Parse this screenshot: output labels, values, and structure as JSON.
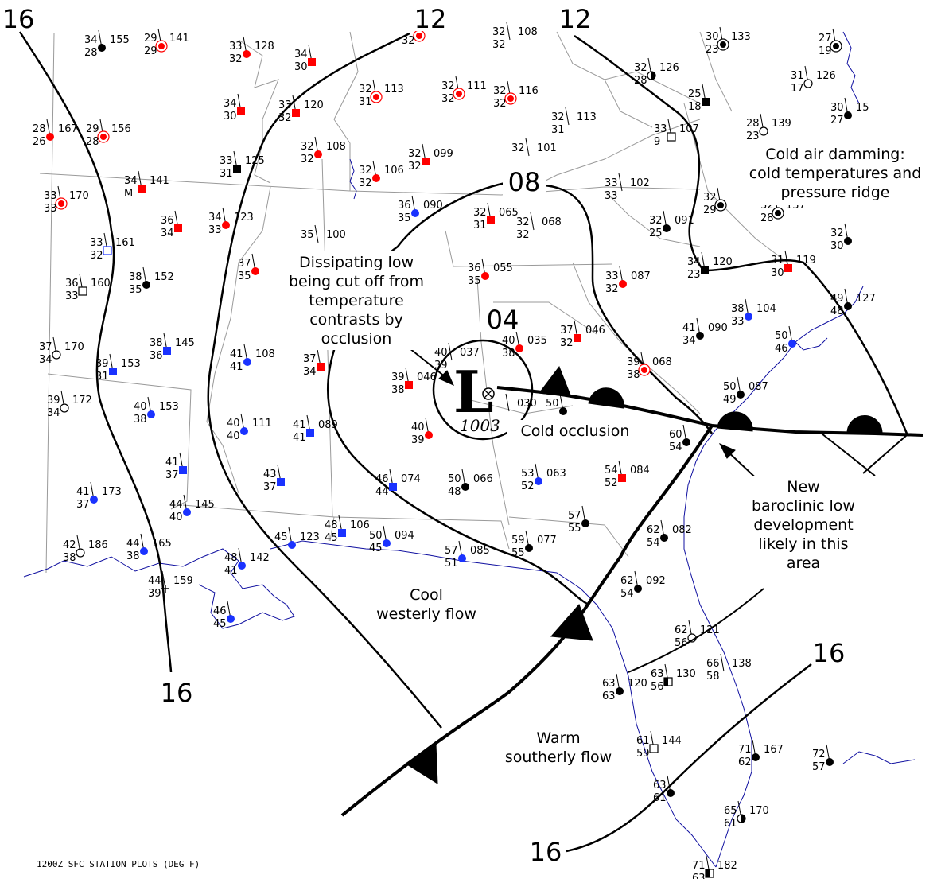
{
  "colors": {
    "red": "#ff0000",
    "blue": "#1a32ff",
    "black": "#000000",
    "coast": "#1010a0",
    "border": "#9a9a9a"
  },
  "isobars": {
    "i16_nw": "16",
    "i12_n": "12",
    "i12_ne": "12",
    "i08": "08",
    "i04": "04",
    "i16_sw": "16",
    "i16_se_top": "16",
    "i16_se_bottom": "16"
  },
  "low": {
    "symbol": "L",
    "pressure": "1003"
  },
  "annotations": {
    "cad": [
      "Cold air damming:",
      "cold temperatures and",
      "pressure ridge"
    ],
    "dissipating": [
      "Dissipating low",
      "being cut off from",
      "temperature",
      "contrasts by",
      "occlusion"
    ],
    "cold_occlusion": "Cold occlusion",
    "new_low": [
      "New",
      "baroclinic low",
      "development",
      "likely in this",
      "area"
    ],
    "cool": [
      "Cool",
      "westerly flow"
    ],
    "warm": [
      "Warm",
      "southerly flow"
    ]
  },
  "footer": "1200Z SFC STATION PLOTS (DEG F)",
  "stations": [
    {
      "t": "34",
      "d": "28",
      "p": "155",
      "c": "black",
      "s": "dot"
    },
    {
      "t": "29",
      "d": "29",
      "p": "141",
      "c": "red",
      "s": "ring"
    },
    {
      "t": "33",
      "d": "32",
      "p": "128",
      "c": "red",
      "s": "dot"
    },
    {
      "t": "34",
      "d": "30",
      "p": "",
      "c": "red",
      "s": "sq"
    },
    {
      "t": "",
      "d": "32",
      "p": "",
      "c": "red",
      "s": "ring"
    },
    {
      "t": "32",
      "d": "32",
      "p": "108",
      "c": "",
      "s": ""
    },
    {
      "t": "34",
      "d": "30",
      "p": "",
      "c": "red",
      "s": "sq"
    },
    {
      "t": "33",
      "d": "32",
      "p": "120",
      "c": "red",
      "s": "sq"
    },
    {
      "t": "32",
      "d": "31",
      "p": "113",
      "c": "red",
      "s": "ring"
    },
    {
      "t": "32",
      "d": "32",
      "p": "111",
      "c": "red",
      "s": "ring"
    },
    {
      "t": "32",
      "d": "32",
      "p": "116",
      "c": "red",
      "s": "ring"
    },
    {
      "t": "32",
      "d": "31",
      "p": "113",
      "c": "",
      "s": ""
    },
    {
      "t": "32",
      "d": "28",
      "p": "126",
      "c": "black",
      "s": "half"
    },
    {
      "t": "30",
      "d": "23",
      "p": "133",
      "c": "black",
      "s": "ring"
    },
    {
      "t": "27",
      "d": "19",
      "p": "",
      "c": "black",
      "s": "ring"
    },
    {
      "t": "31",
      "d": "17",
      "p": "126",
      "c": "black",
      "s": "open"
    },
    {
      "t": "28",
      "d": "26",
      "p": "167",
      "c": "red",
      "s": "dot"
    },
    {
      "t": "29",
      "d": "28",
      "p": "156",
      "c": "red",
      "s": "ring"
    },
    {
      "t": "32",
      "d": "32",
      "p": "108",
      "c": "red",
      "s": "dot"
    },
    {
      "t": "32",
      "d": "32",
      "p": "106",
      "c": "red",
      "s": "dot"
    },
    {
      "t": "32",
      "d": "32",
      "p": "099",
      "c": "red",
      "s": "sq"
    },
    {
      "t": "32",
      "d": "",
      "p": "101",
      "c": "",
      "s": ""
    },
    {
      "t": "25",
      "d": "18",
      "p": "",
      "c": "black",
      "s": "sq"
    },
    {
      "t": "33",
      "d": "9",
      "p": "107",
      "c": "black",
      "s": "osq"
    },
    {
      "t": "28",
      "d": "23",
      "p": "139",
      "c": "black",
      "s": "open"
    },
    {
      "t": "30",
      "d": "27",
      "p": "15",
      "c": "black",
      "s": "dot"
    },
    {
      "t": "33",
      "d": "31",
      "p": "125",
      "c": "black",
      "s": "sq"
    },
    {
      "t": "34",
      "d": "M",
      "p": "141",
      "c": "red",
      "s": "sq"
    },
    {
      "t": "33",
      "d": "33",
      "p": "170",
      "c": "red",
      "s": "ring"
    },
    {
      "t": "36",
      "d": "35",
      "p": "090",
      "c": "blue",
      "s": "dot"
    },
    {
      "t": "32",
      "d": "31",
      "p": "065",
      "c": "red",
      "s": "sq"
    },
    {
      "t": "32",
      "d": "32",
      "p": "068",
      "c": "",
      "s": ""
    },
    {
      "t": "33",
      "d": "33",
      "p": "102",
      "c": "",
      "s": ""
    },
    {
      "t": "32",
      "d": "29",
      "p": "",
      "c": "black",
      "s": "ring"
    },
    {
      "t": "32",
      "d": "28",
      "p": "137",
      "c": "black",
      "s": "ring"
    },
    {
      "t": "36",
      "d": "34",
      "p": "",
      "c": "red",
      "s": "sq"
    },
    {
      "t": "34",
      "d": "33",
      "p": "123",
      "c": "red",
      "s": "dot"
    },
    {
      "t": "35",
      "d": "",
      "p": "100",
      "c": "",
      "s": ""
    },
    {
      "t": "32",
      "d": "25",
      "p": "091",
      "c": "black",
      "s": "dot"
    },
    {
      "t": "32",
      "d": "30",
      "p": "",
      "c": "black",
      "s": "dot"
    },
    {
      "t": "33",
      "d": "32",
      "p": "161",
      "c": "blue",
      "s": "osq"
    },
    {
      "t": "36",
      "d": "33",
      "p": "160",
      "c": "black",
      "s": "osq"
    },
    {
      "t": "38",
      "d": "35",
      "p": "152",
      "c": "black",
      "s": "dot"
    },
    {
      "t": "37",
      "d": "35",
      "p": "",
      "c": "red",
      "s": "dot"
    },
    {
      "t": "36",
      "d": "35",
      "p": "055",
      "c": "red",
      "s": "dot"
    },
    {
      "t": "34",
      "d": "23",
      "p": "120",
      "c": "black",
      "s": "sq"
    },
    {
      "t": "31",
      "d": "30",
      "p": "119",
      "c": "red",
      "s": "sq"
    },
    {
      "t": "33",
      "d": "32",
      "p": "087",
      "c": "red",
      "s": "dot"
    },
    {
      "t": "49",
      "d": "48",
      "p": "127",
      "c": "black",
      "s": "dot"
    },
    {
      "t": "37",
      "d": "34",
      "p": "170",
      "c": "black",
      "s": "open"
    },
    {
      "t": "39",
      "d": "31",
      "p": "153",
      "c": "blue",
      "s": "sq"
    },
    {
      "t": "38",
      "d": "36",
      "p": "145",
      "c": "blue",
      "s": "sq"
    },
    {
      "t": "41",
      "d": "41",
      "p": "108",
      "c": "blue",
      "s": "dot"
    },
    {
      "t": "37",
      "d": "34",
      "p": "",
      "c": "red",
      "s": "sq"
    },
    {
      "t": "40",
      "d": "39",
      "p": "037",
      "c": "",
      "s": ""
    },
    {
      "t": "40",
      "d": "38",
      "p": "035",
      "c": "red",
      "s": "dot"
    },
    {
      "t": "37",
      "d": "32",
      "p": "046",
      "c": "red",
      "s": "sq"
    },
    {
      "t": "38",
      "d": "33",
      "p": "104",
      "c": "blue",
      "s": "dot"
    },
    {
      "t": "41",
      "d": "34",
      "p": "090",
      "c": "black",
      "s": "dot"
    },
    {
      "t": "50",
      "d": "46",
      "p": "",
      "c": "blue",
      "s": "dot"
    },
    {
      "t": "39",
      "d": "38",
      "p": "068",
      "c": "red",
      "s": "ring"
    },
    {
      "t": "39",
      "d": "34",
      "p": "172",
      "c": "black",
      "s": "open"
    },
    {
      "t": "40",
      "d": "38",
      "p": "153",
      "c": "blue",
      "s": "dot"
    },
    {
      "t": "39",
      "d": "38",
      "p": "046",
      "c": "red",
      "s": "sq"
    },
    {
      "t": "50",
      "d": "",
      "p": "",
      "c": "black",
      "s": "dot"
    },
    {
      "t": "50",
      "d": "49",
      "p": "087",
      "c": "black",
      "s": "dot"
    },
    {
      "t": "40",
      "d": "40",
      "p": "111",
      "c": "blue",
      "s": "dot"
    },
    {
      "t": "41",
      "d": "41",
      "p": "089",
      "c": "blue",
      "s": "sq"
    },
    {
      "t": "40",
      "d": "39",
      "p": "",
      "c": "red",
      "s": "dot"
    },
    {
      "t": "",
      "d": "",
      "p": "030",
      "c": "",
      "s": ""
    },
    {
      "t": "60",
      "d": "54",
      "p": "",
      "c": "black",
      "s": "dot"
    },
    {
      "t": "41",
      "d": "37",
      "p": "",
      "c": "blue",
      "s": "sq"
    },
    {
      "t": "43",
      "d": "37",
      "p": "",
      "c": "blue",
      "s": "sq"
    },
    {
      "t": "46",
      "d": "44",
      "p": "074",
      "c": "blue",
      "s": "sq"
    },
    {
      "t": "50",
      "d": "48",
      "p": "066",
      "c": "black",
      "s": "dot"
    },
    {
      "t": "53",
      "d": "52",
      "p": "063",
      "c": "blue",
      "s": "dot"
    },
    {
      "t": "54",
      "d": "52",
      "p": "084",
      "c": "red",
      "s": "sq"
    },
    {
      "t": "41",
      "d": "37",
      "p": "173",
      "c": "blue",
      "s": "dot"
    },
    {
      "t": "44",
      "d": "40",
      "p": "145",
      "c": "blue",
      "s": "dot"
    },
    {
      "t": "57",
      "d": "55",
      "p": "",
      "c": "black",
      "s": "dot"
    },
    {
      "t": "62",
      "d": "54",
      "p": "082",
      "c": "black",
      "s": "dot"
    },
    {
      "t": "42",
      "d": "38",
      "p": "186",
      "c": "black",
      "s": "open"
    },
    {
      "t": "44",
      "d": "38",
      "p": "165",
      "c": "blue",
      "s": "dot"
    },
    {
      "t": "45",
      "d": "",
      "p": "123",
      "c": "blue",
      "s": "dot"
    },
    {
      "t": "48",
      "d": "45",
      "p": "106",
      "c": "blue",
      "s": "sq"
    },
    {
      "t": "50",
      "d": "45",
      "p": "094",
      "c": "blue",
      "s": "dot"
    },
    {
      "t": "59",
      "d": "55",
      "p": "077",
      "c": "black",
      "s": "dot"
    },
    {
      "t": "57",
      "d": "51",
      "p": "085",
      "c": "blue",
      "s": "dot"
    },
    {
      "t": "48",
      "d": "41",
      "p": "142",
      "c": "blue",
      "s": "dot"
    },
    {
      "t": "44",
      "d": "39",
      "p": "159",
      "c": "black",
      "s": "cross"
    },
    {
      "t": "62",
      "d": "54",
      "p": "092",
      "c": "black",
      "s": "dot"
    },
    {
      "t": "46",
      "d": "45",
      "p": "",
      "c": "blue",
      "s": "dot"
    },
    {
      "t": "62",
      "d": "56",
      "p": "121",
      "c": "black",
      "s": "open"
    },
    {
      "t": "63",
      "d": "56",
      "p": "130",
      "c": "black",
      "s": "hsq"
    },
    {
      "t": "66",
      "d": "58",
      "p": "138",
      "c": "",
      "s": ""
    },
    {
      "t": "63",
      "d": "63",
      "p": "120",
      "c": "black",
      "s": "dot"
    },
    {
      "t": "61",
      "d": "59",
      "p": "144",
      "c": "black",
      "s": "osq"
    },
    {
      "t": "71",
      "d": "62",
      "p": "167",
      "c": "black",
      "s": "dot"
    },
    {
      "t": "72",
      "d": "57",
      "p": "",
      "c": "black",
      "s": "dot"
    },
    {
      "t": "63",
      "d": "61",
      "p": "",
      "c": "black",
      "s": "dot"
    },
    {
      "t": "65",
      "d": "61",
      "p": "170",
      "c": "black",
      "s": "half"
    },
    {
      "t": "71",
      "d": "63",
      "p": "182",
      "c": "black",
      "s": "hsq"
    }
  ]
}
